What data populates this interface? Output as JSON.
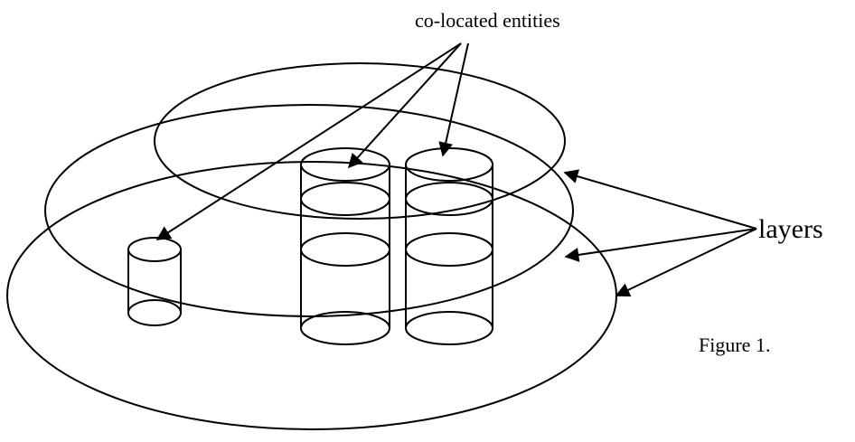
{
  "labels": {
    "colocated": "co-located entities",
    "layers": "layers",
    "figure": "Figure 1."
  },
  "counts": {
    "layers": 3,
    "colocated_entities": 3
  }
}
